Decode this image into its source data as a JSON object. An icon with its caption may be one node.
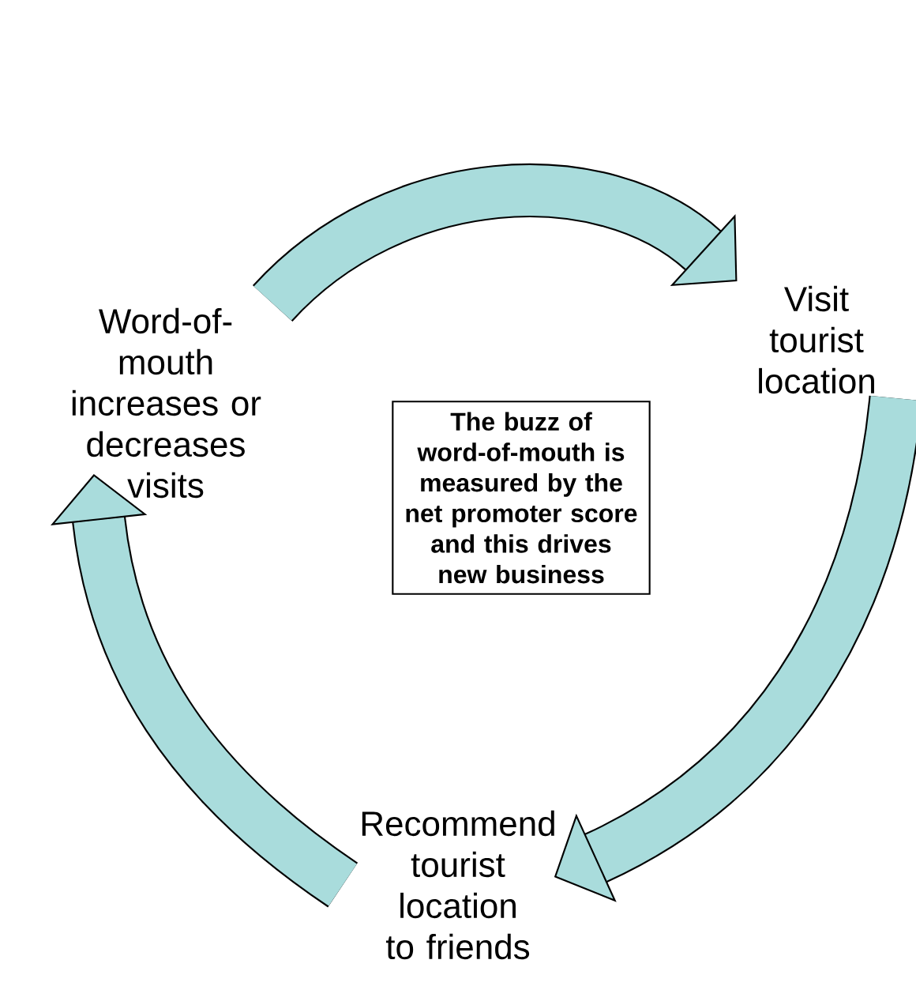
{
  "diagram": {
    "nodes": [
      {
        "text": [
          "Word-of-mouth increases or decreases visits"
        ]
      },
      {
        "text": [
          "Visit tourist location"
        ]
      },
      {
        "text": [
          "Recommend tourist location to friends"
        ]
      },
      {
        "text": [
          "The buzz of word-of-mouth is measured by the net promoter score and this drives new business"
        ]
      }
    ],
    "edges": [
      {
        "from": 0,
        "to": 1,
        "arrow": "to"
      },
      {
        "from": 1,
        "to": 2,
        "arrow": "to"
      },
      {
        "from": 2,
        "to": 0,
        "arrow": "to"
      }
    ]
  }
}
